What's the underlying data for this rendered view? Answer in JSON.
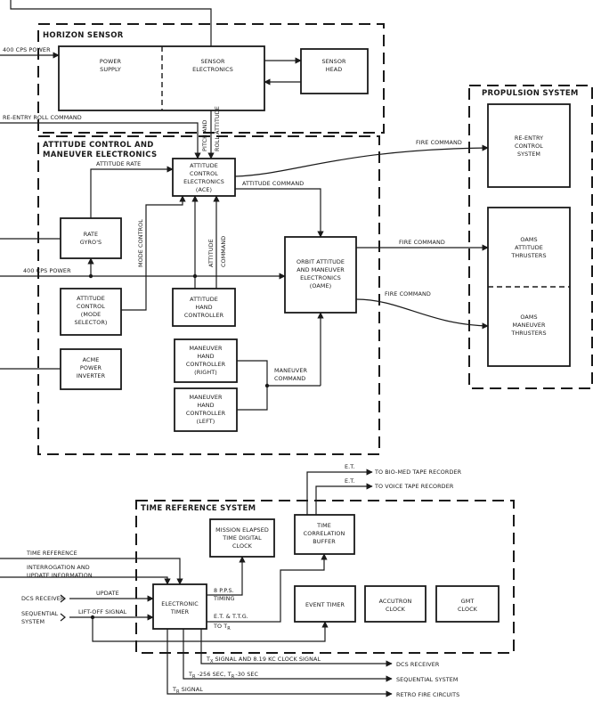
{
  "sections": {
    "horizon": "HORIZON SENSOR",
    "attitude_1": "ATTITUDE CONTROL AND",
    "attitude_2": "MANEUVER ELECTRONICS",
    "propulsion": "PROPULSION SYSTEM",
    "time_ref": "TIME REFERENCE SYSTEM"
  },
  "blocks": {
    "power_supply": [
      "POWER",
      "SUPPLY"
    ],
    "sensor_electronics": [
      "SENSOR",
      "ELECTRONICS"
    ],
    "sensor_head": [
      "SENSOR",
      "HEAD"
    ],
    "ace": [
      "ATTITUDE",
      "CONTROL",
      "ELECTRONICS",
      "(ACE)"
    ],
    "rate_gyros": [
      "RATE",
      "GYRO'S"
    ],
    "oame": [
      "ORBIT ATTITUDE",
      "AND MANEUVER",
      "ELECTRONICS",
      "(OAME)"
    ],
    "mode_selector": [
      "ATTITUDE",
      "CONTROL",
      "(MODE",
      "SELECTOR)"
    ],
    "attitude_hand": [
      "ATTITUDE",
      "HAND",
      "CONTROLLER"
    ],
    "acme_inverter": [
      "ACME",
      "POWER",
      "INVERTER"
    ],
    "maneuver_right": [
      "MANEUVER",
      "HAND",
      "CONTROLLER",
      "(RIGHT)"
    ],
    "maneuver_left": [
      "MANEUVER",
      "HAND",
      "CONTROLLER",
      "(LEFT)"
    ],
    "reentry_control": [
      "RE-ENTRY",
      "CONTROL",
      "SYSTEM"
    ],
    "oams_attitude": [
      "OAMS",
      "ATTITUDE",
      "THRUSTERS"
    ],
    "oams_maneuver": [
      "OAMS",
      "MANEUVER",
      "THRUSTERS"
    ],
    "mission_clock": [
      "MISSION ELAPSED",
      "TIME DIGITAL",
      "CLOCK"
    ],
    "time_correlation": [
      "TIME",
      "CORRELATION",
      "BUFFER"
    ],
    "electronic_timer": [
      "ELECTRONIC",
      "TIMER"
    ],
    "event_timer": [
      "EVENT TIMER"
    ],
    "accutron_clock": [
      "ACCUTRON",
      "CLOCK"
    ],
    "gmt_clock": [
      "GMT",
      "CLOCK"
    ]
  },
  "signals": {
    "cps_power_top": "400 CPS POWER",
    "reentry_roll": "RE-ENTRY ROLL COMMAND",
    "pitch_roll_1": "PITCH AND",
    "pitch_roll_2": "ROLL ATTITUDE",
    "attitude_rate": "ATTITUDE RATE",
    "attitude_command": "ATTITUDE COMMAND",
    "mode_control": "MODE CONTROL",
    "attitude_cmd_vert_1": "ATTITUDE",
    "attitude_cmd_vert_2": "COMMAND",
    "cps_power_mid": "400 CPS POWER",
    "fire_cmd_1": "FIRE COMMAND",
    "fire_cmd_2": "FIRE COMMAND",
    "fire_cmd_3": "FIRE COMMAND",
    "maneuver_cmd_1": "MANEUVER",
    "maneuver_cmd_2": "COMMAND",
    "et_1": "E.T.",
    "et_2": "E.T.",
    "to_biomed": "TO BIO-MED TAPE RECORDER",
    "to_voice": "TO VOICE TAPE RECORDER",
    "time_reference": "TIME REFERENCE",
    "interrogation_1": "INTERROGATION AND",
    "interrogation_2": "UPDATE INFORMATION",
    "dcs_receiver_in": "DCS RECEIVER",
    "update": "UPDATE",
    "sequential_1": "SEQUENTIAL",
    "sequential_2": "SYSTEM",
    "liftoff": "LIFT-OFF SIGNAL",
    "pps_1": "8 P.P.S.",
    "pps_2": "TIMING",
    "et_ttg": "E.T. & T.T.G.",
    "to_tr": "TO T",
    "to_tr_sub": "R",
    "tx_signal": "SIGNAL AND 8.19 KC CLOCK SIGNAL",
    "tx_prefix": "T",
    "tx_sub": "X",
    "tr_times": "-256 SEC, T",
    "tr_times_end": "-30 SEC",
    "tr_prefix": "T",
    "tr_sub": "R",
    "tr_sub2": "R",
    "tr_signal": " SIGNAL",
    "tr_signal_prefix": "T",
    "tr_signal_sub": "R",
    "dcs_receiver_out": "DCS RECEIVER",
    "sequential_out": "SEQUENTIAL SYSTEM",
    "retro_fire": "RETRO FIRE CIRCUITS"
  }
}
